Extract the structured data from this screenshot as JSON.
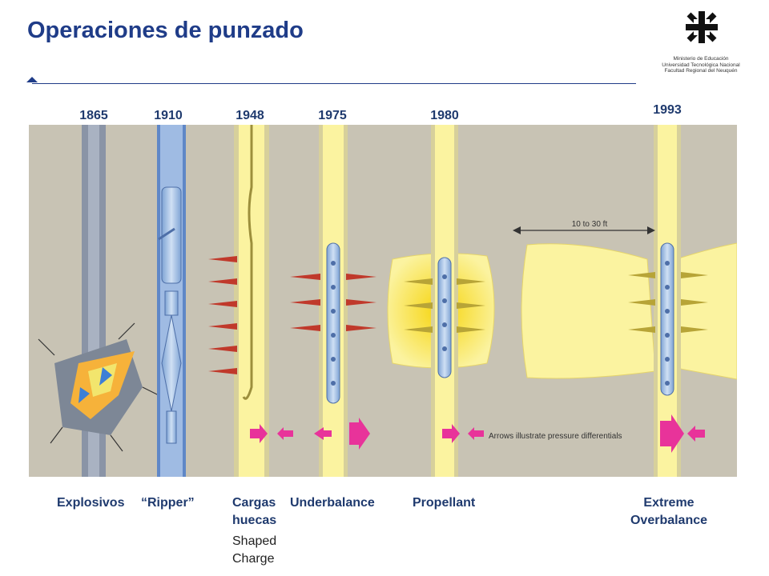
{
  "header": {
    "title": "Operaciones de punzado",
    "institution": [
      "Ministerio de Educación",
      "Universidad Tecnológica Nacional",
      "Facultad Regional del Neuquén"
    ]
  },
  "figure": {
    "years": [
      "1865",
      "1910",
      "1948",
      "1975",
      "1980",
      "1993"
    ],
    "spacing_note": "10 to 30 ft",
    "arrows_note": "Arrows illustrate pressure differentials"
  },
  "labels": {
    "explosivos": "Explosivos",
    "ripper": "“Ripper”",
    "cargas_1": "Cargas",
    "cargas_2": "huecas",
    "shaped_1": "Shaped",
    "shaped_2": "Charge",
    "underbalance": "Underbalance",
    "propellant": "Propellant",
    "extreme_1": "Extreme",
    "extreme_2": "Overbalance"
  },
  "colors": {
    "title": "#1f3c88",
    "formation": "#c8c3b4",
    "fluid": "#fbf3a0",
    "tool": "#a9c4e6",
    "arrow": "#e8339a",
    "perforation": "#c0392b"
  }
}
